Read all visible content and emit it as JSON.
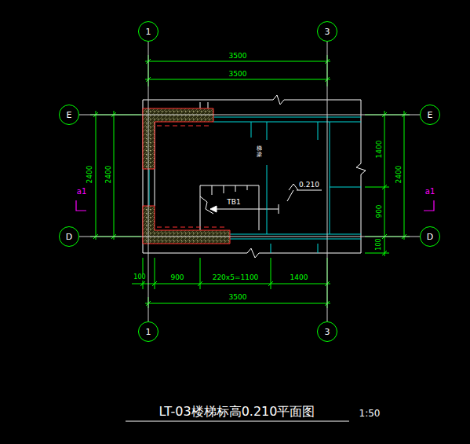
{
  "diagram": {
    "title": "LT-03楼梯标高0.210平面图",
    "nodes": [
      {
        "text": [
          "1"
        ]
      },
      {
        "text": [
          "3"
        ]
      },
      {
        "text": [
          "E"
        ]
      },
      {
        "text": [
          "E"
        ]
      },
      {
        "text": [
          "D"
        ]
      },
      {
        "text": [
          "D"
        ]
      },
      {
        "text": [
          "1"
        ]
      },
      {
        "text": [
          "3"
        ]
      }
    ],
    "edges": [
      {
        "from": 0,
        "to": 6,
        "arrow": "none"
      },
      {
        "from": 1,
        "to": 7,
        "arrow": "none"
      },
      {
        "from": 2,
        "to": 3,
        "arrow": "none"
      },
      {
        "from": 4,
        "to": 5,
        "arrow": "none"
      }
    ],
    "labels": [
      "3500",
      "3500",
      "2400",
      "2400",
      "1400",
      "900",
      "100",
      "2400",
      "梯梁",
      "0.210",
      "TB1",
      "a1",
      "a1",
      "100",
      "900",
      "220x5=1100",
      "1400",
      "3500",
      "1:50"
    ]
  }
}
